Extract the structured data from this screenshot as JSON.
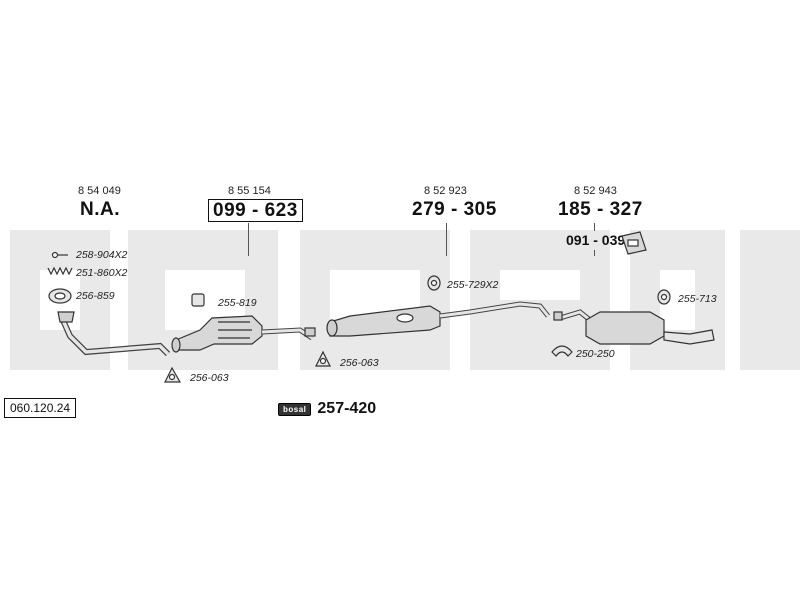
{
  "sections": [
    {
      "oe": "8 54 049",
      "num": "N.A.",
      "boxed": false
    },
    {
      "oe": "8 55 154",
      "num": "099 - 623",
      "boxed": true
    },
    {
      "oe": "8 52 923",
      "num": "279 - 305",
      "boxed": false
    },
    {
      "oe": "8 52 943",
      "num": "185 - 327",
      "boxed": false
    }
  ],
  "sub_part": "091 - 039",
  "parts": {
    "p1": "258-904X2",
    "p2": "251-860X2",
    "p3": "256-859",
    "p4": "255-819",
    "p5": "256-063",
    "p6": "256-063",
    "p7": "255-729X2",
    "p8": "255-713",
    "p9": "250-250"
  },
  "diagram_id": "060.120.24",
  "kit": {
    "brand": "bosal",
    "number": "257-420"
  },
  "colors": {
    "background_band": "#e9e9e9",
    "line": "#333333",
    "fill": "#d8d8d8"
  }
}
